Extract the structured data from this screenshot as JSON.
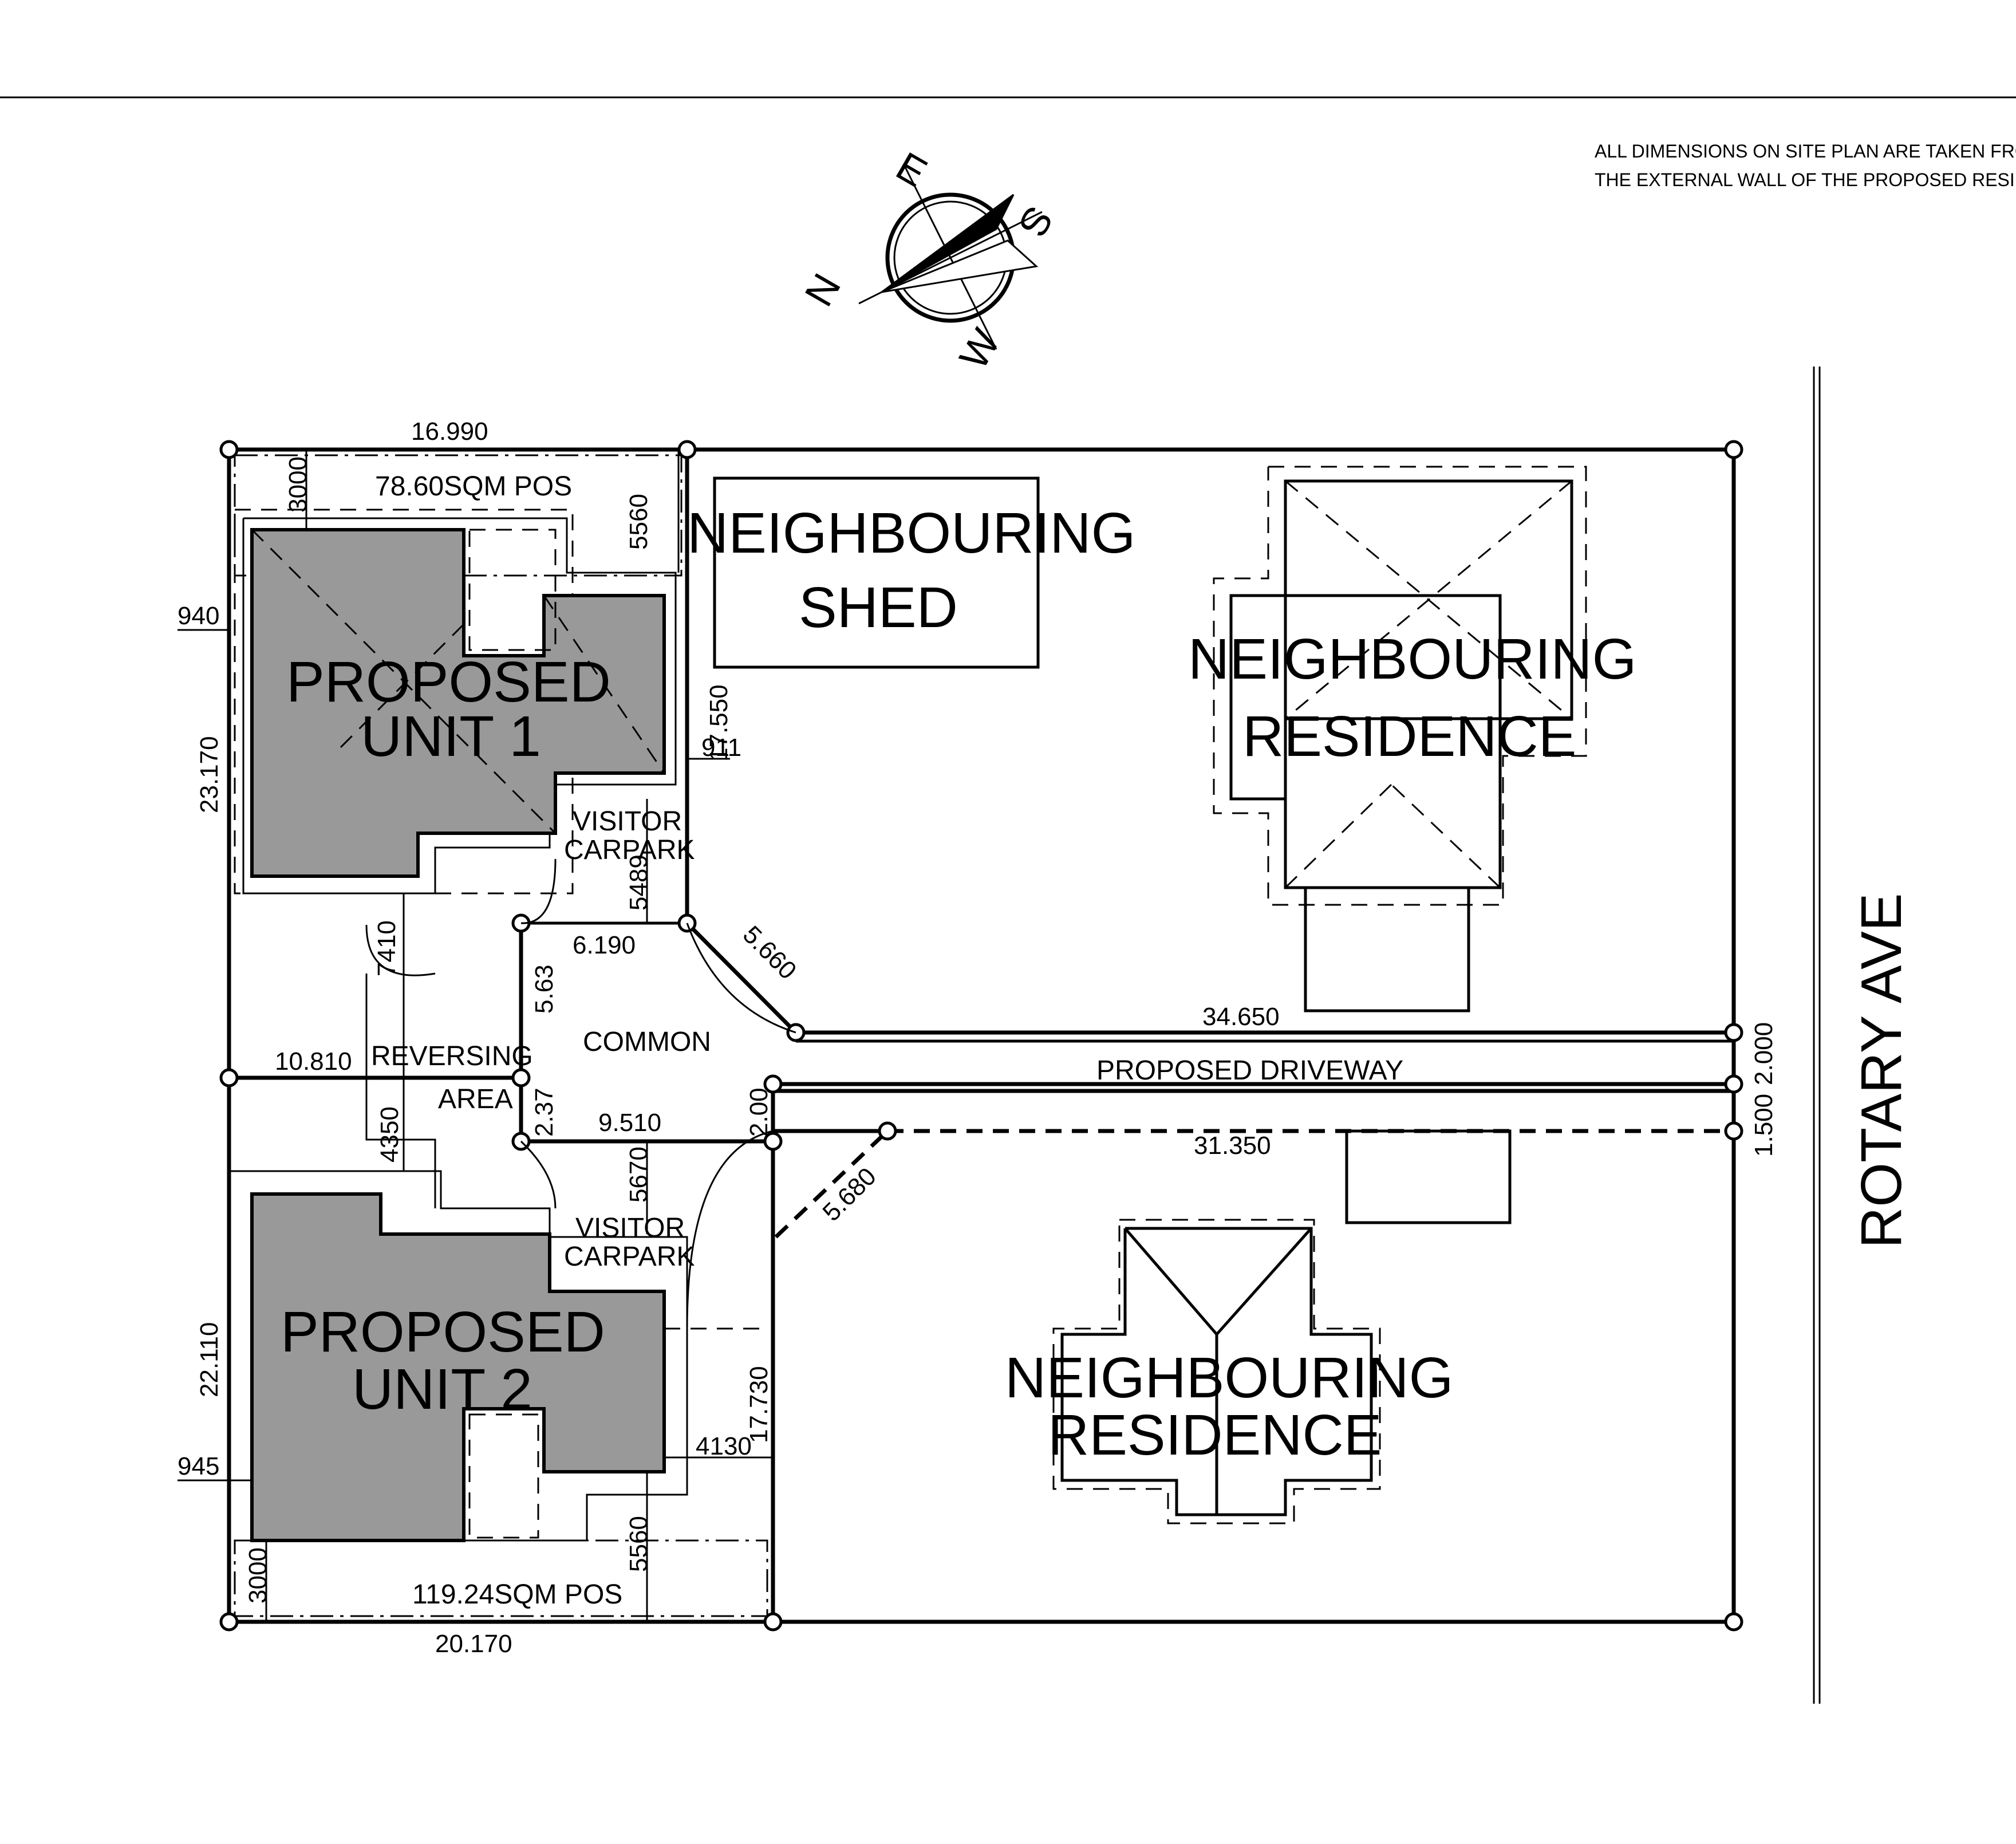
{
  "note": {
    "line1": "ALL DIMENSIONS ON SITE PLAN ARE TAKEN FROM",
    "line2": "THE EXTERNAL WALL OF THE PROPOSED RESIDENCE"
  },
  "compass": {
    "n": "N",
    "e": "E",
    "s": "S",
    "w": "W"
  },
  "street": "ROTARY AVE",
  "labels": {
    "unit1_a": "PROPOSED",
    "unit1_b": "UNIT 1",
    "unit2_a": "PROPOSED",
    "unit2_b": "UNIT 2",
    "shed_a": "NEIGHBOURING",
    "shed_b": "SHED",
    "res1_a": "NEIGHBOURING",
    "res1_b": "RESIDENCE",
    "res2_a": "NEIGHBOURING",
    "res2_b": "RESIDENCE",
    "visitor1_a": "VISITOR",
    "visitor1_b": "CARPARK",
    "visitor2_a": "VISITOR",
    "visitor2_b": "CARPARK",
    "reversing_a": "REVERSING",
    "reversing_b": "AREA",
    "common": "COMMON",
    "driveway": "PROPOSED DRIVEWAY",
    "pos1": "78.60SQM POS",
    "pos2": "119.24SQM POS"
  },
  "dimensions": {
    "top": "16.990",
    "d3000a": "3000",
    "d5560a": "5560",
    "d940": "940",
    "d23170": "23.170",
    "d17550": "17.550",
    "d911": "911",
    "d5489": "5489",
    "d7410": "7410",
    "d6190": "6.190",
    "d5660": "5.660",
    "d34650": "34.650",
    "d2000": "2.000",
    "d563": "5.63",
    "d10810": "10.810",
    "d237": "2.37",
    "d9510": "9.510",
    "d200": "2.00",
    "d4350": "4350",
    "d5670": "5670",
    "d5680": "5.680",
    "d31350": "31.350",
    "d1500": "1.500",
    "d22110": "22.110",
    "d17730": "17.730",
    "d4130": "4130",
    "d945": "945",
    "d5560b": "5560",
    "d3000b": "3000",
    "bottom": "20.170"
  }
}
